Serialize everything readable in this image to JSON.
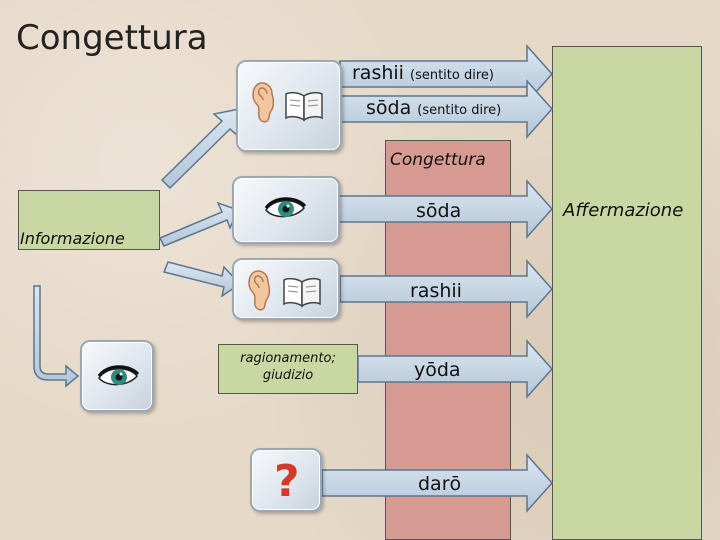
{
  "title": "Congettura",
  "top_arrows": {
    "rashii": "rashii",
    "rashii_note": "(sentito dire)",
    "soda": "sōda",
    "soda_note": "(sentito dire)"
  },
  "central_column": {
    "header": "Congettura",
    "soda": "sōda",
    "rashii": "rashii",
    "yoda": "yōda",
    "daro": "darō"
  },
  "right_box": {
    "label": "Affermazione"
  },
  "left_box": {
    "label": "Informazione"
  },
  "reasoning_box": {
    "label_line1": "ragionamento;",
    "label_line2": "giudizio"
  },
  "question_tile": {
    "symbol": "?"
  },
  "colors": {
    "green_box": "#c9d7a2",
    "pink_column": "#d79a93",
    "arrow_fill": "#c5d4e3",
    "arrow_stroke": "#5b7690",
    "question_mark": "#d23a2a"
  },
  "icons": [
    "ear-icon",
    "book-icon",
    "eye-icon",
    "question-mark-icon"
  ]
}
